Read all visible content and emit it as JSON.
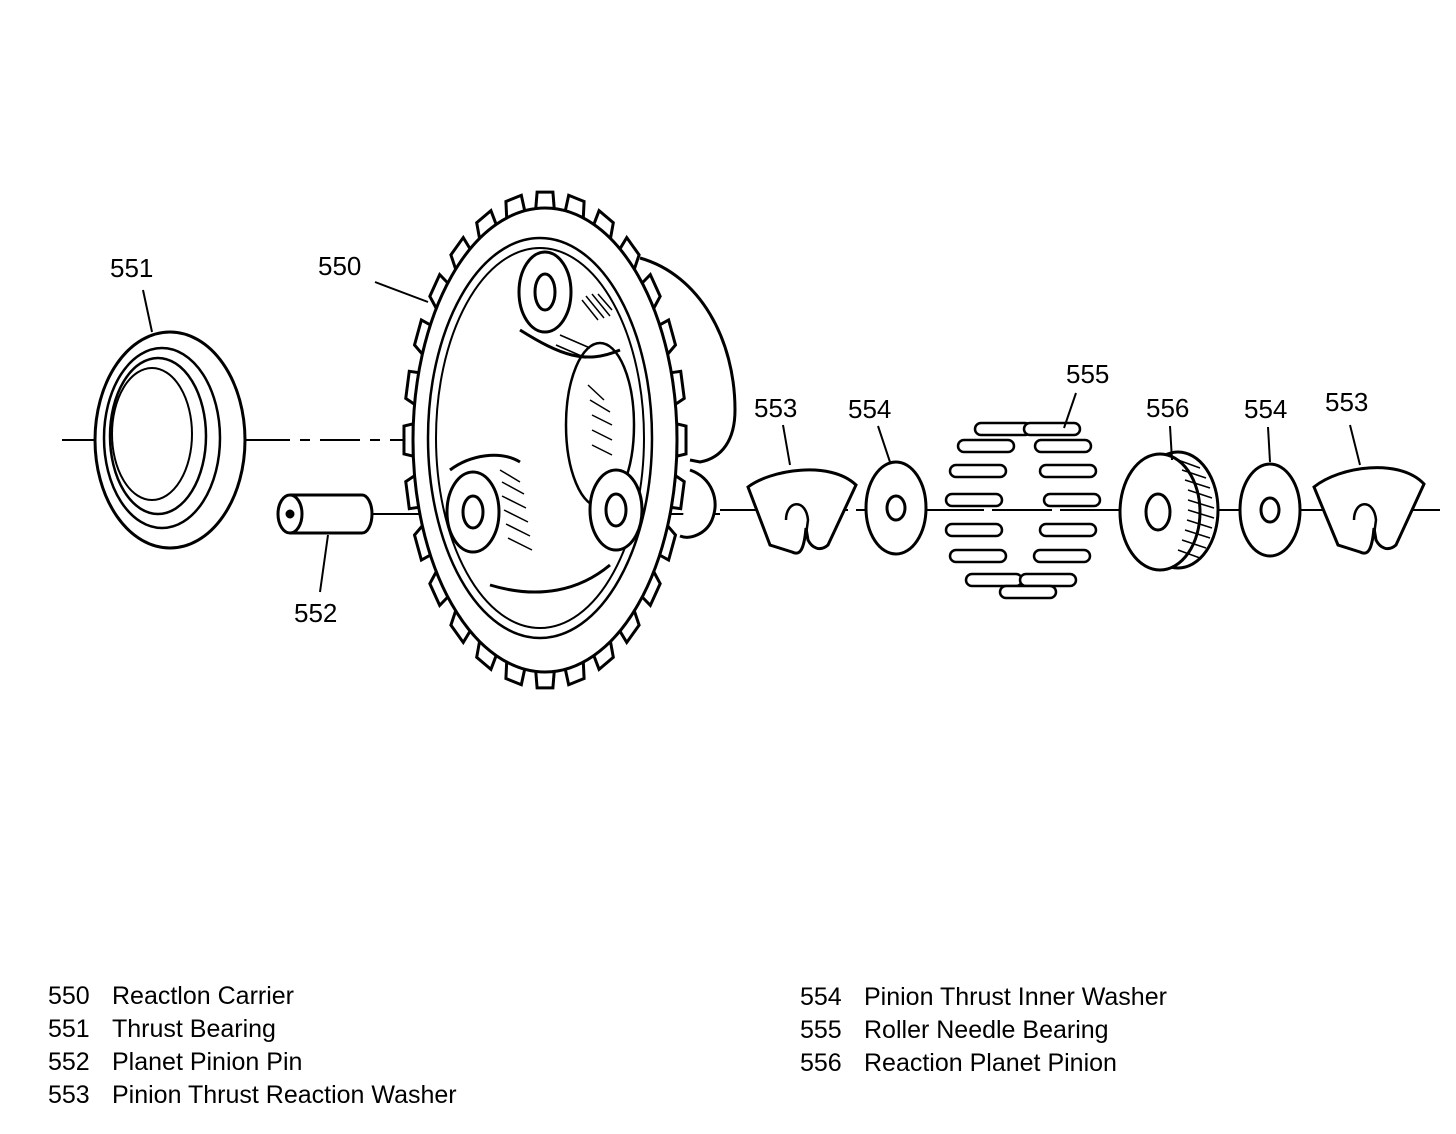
{
  "callouts": {
    "c550": "550",
    "c551": "551",
    "c552": "552",
    "c553a": "553",
    "c554a": "554",
    "c555": "555",
    "c556": "556",
    "c554b": "554",
    "c553b": "553"
  },
  "legend": {
    "left": [
      {
        "num": "550",
        "label": "Reactlon Carrier"
      },
      {
        "num": "551",
        "label": "Thrust Bearing"
      },
      {
        "num": "552",
        "label": "Planet Pinion Pin"
      },
      {
        "num": "553",
        "label": "Pinion Thrust Reaction Washer"
      }
    ],
    "right": [
      {
        "num": "554",
        "label": "Pinion Thrust Inner Washer"
      },
      {
        "num": "555",
        "label": "Roller Needle Bearing"
      },
      {
        "num": "556",
        "label": "Reaction Planet Pinion"
      }
    ]
  }
}
